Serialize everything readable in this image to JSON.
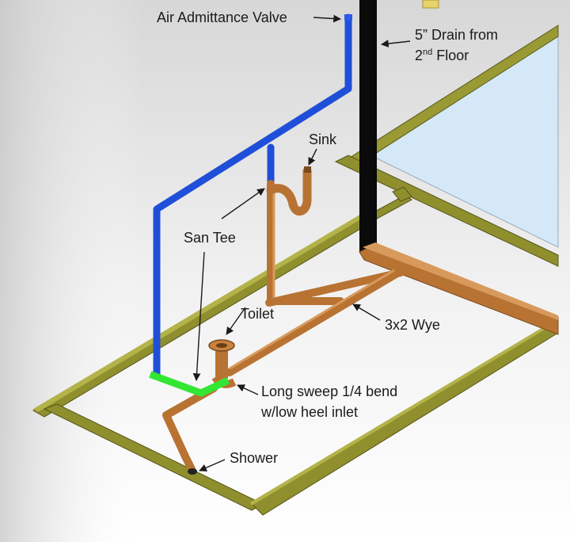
{
  "labels": {
    "aav": "Air Admittance Valve",
    "drain_line1": "5” Drain from",
    "drain_line2_pre": "2",
    "drain_line2_sup": "nd",
    "drain_line2_post": " Floor",
    "sink": "Sink",
    "san_tee": "San Tee",
    "toilet": "Toilet",
    "wye": "3x2 Wye",
    "bend_line1": "Long sweep 1/4 bend",
    "bend_line2": "w/low heel inlet",
    "shower": "Shower"
  },
  "colors": {
    "vent_pipe": "#1f4fd8",
    "drain_stack": "#0a0a0a",
    "copper_pipe": "#b87333",
    "san_tee": "#33e633",
    "framing": "#8a8a2a",
    "wall_panel": "#d4e8f7"
  }
}
